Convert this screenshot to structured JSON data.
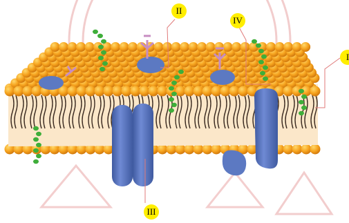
{
  "labels": {
    "ii": "II",
    "iii": "III",
    "iv": "IV",
    "i_partial": "I"
  },
  "colors": {
    "head": "#f6a31e",
    "head_highlight": "#ffd24a",
    "tail": "#3a2a20",
    "core": "#fbe7c9",
    "protein": "#5c79c2",
    "protein_dark": "#3f5aa0",
    "glyco_chain": "#3fae3a",
    "glycolipid_chain": "#c78dc2",
    "label_bg": "#ffee00",
    "watermark": "#e9a5a5"
  }
}
